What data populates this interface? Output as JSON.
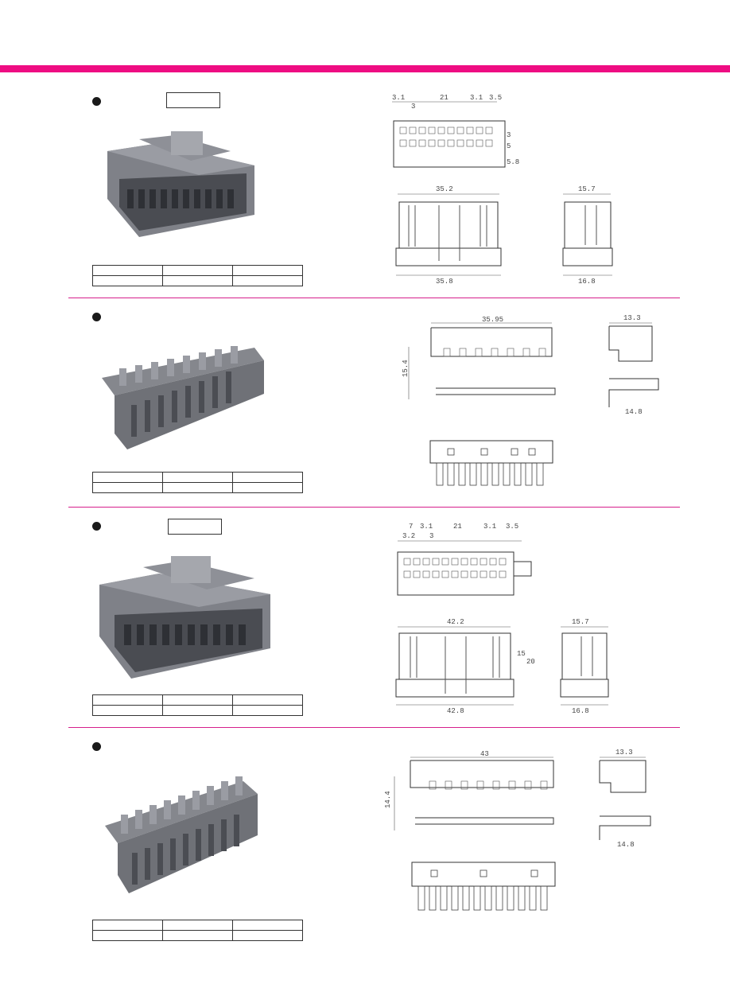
{
  "header": {
    "accent_color": "#ee0c82"
  },
  "sections": [
    {
      "photo_icon": "connector-housing-photo",
      "label_box_text": "",
      "spec_table": [
        [
          "",
          "",
          ""
        ],
        [
          "",
          "",
          ""
        ]
      ],
      "dimensions": {
        "top_w1": "3.1",
        "top_center": "21",
        "top_w2": "3.1",
        "top_w3": "3.5",
        "top_small": "3",
        "side_a": "3",
        "side_b": "5",
        "side_c": "5.8",
        "front_top": "35.2",
        "front_bottom": "35.8",
        "side_top": "15.7",
        "side_bottom": "16.8"
      }
    },
    {
      "photo_icon": "terminal-retainer-photo",
      "spec_table": [
        [
          "",
          "",
          ""
        ],
        [
          "",
          "",
          ""
        ]
      ],
      "dimensions": {
        "top_width": "35.95",
        "height": "15.4",
        "side_top": "13.3",
        "side_bottom": "14.8"
      }
    },
    {
      "photo_icon": "connector-housing-photo",
      "label_box_text": "",
      "spec_table": [
        [
          "",
          "",
          ""
        ],
        [
          "",
          "",
          ""
        ]
      ],
      "dimensions": {
        "top_w0": "7",
        "top_w1": "3.1",
        "top_center": "21",
        "top_w2": "3.1",
        "top_w3": "3.5",
        "top_s1": "3.2",
        "top_s2": "3",
        "front_top": "42.2",
        "front_bottom": "42.8",
        "front_h1": "15",
        "front_h2": "20",
        "side_top": "15.7",
        "side_bottom": "16.8"
      }
    },
    {
      "photo_icon": "terminal-retainer-photo",
      "spec_table": [
        [
          "",
          "",
          ""
        ],
        [
          "",
          "",
          ""
        ]
      ],
      "dimensions": {
        "top_width": "43",
        "height": "14.4",
        "side_top": "13.3",
        "side_bottom": "14.8"
      }
    }
  ]
}
